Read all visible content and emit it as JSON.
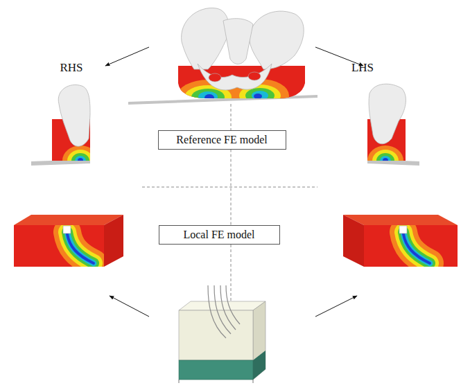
{
  "diagram": {
    "nodes": [
      {
        "text": [
          "Reference FE model"
        ]
      },
      {
        "text": [
          "Local FE model"
        ]
      }
    ],
    "edges": [
      {
        "from": 0,
        "to": 1,
        "arrow": "none"
      }
    ],
    "labels": [
      "RHS",
      "LHS"
    ]
  }
}
